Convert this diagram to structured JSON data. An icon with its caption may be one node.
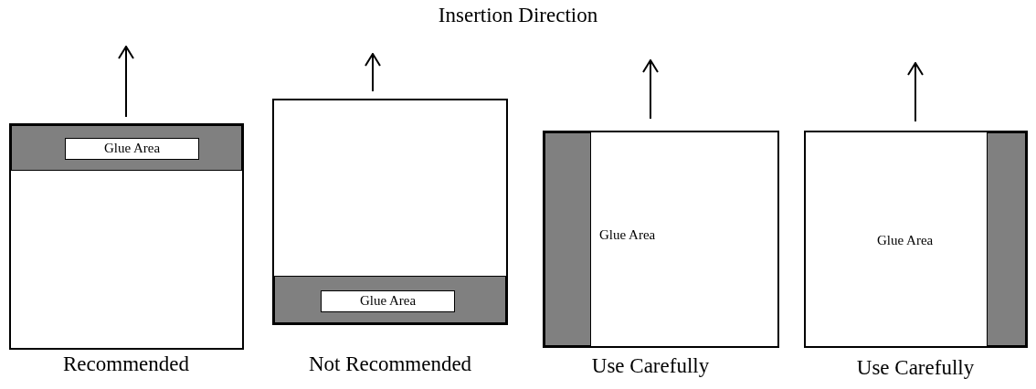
{
  "diagram": {
    "title": "Insertion Direction",
    "nodes": [
      {
        "text": [],
        "shape": "box",
        "beside": [
          "Recommended"
        ]
      },
      {
        "text": [],
        "shape": "bar",
        "in": 0
      },
      {
        "text": [
          "Glue Area"
        ],
        "in": 1
      },
      {
        "text": [],
        "shape": "box",
        "beside": [
          "Not Recommended"
        ]
      },
      {
        "text": [],
        "shape": "bar",
        "in": 3
      },
      {
        "text": [
          "Glue Area"
        ],
        "in": 4
      },
      {
        "text": [
          "Glue Area"
        ],
        "beside": [
          "Use Carefully"
        ]
      },
      {
        "text": [],
        "shape": "bar",
        "in": 6
      },
      {
        "text": [
          "Glue Area"
        ],
        "beside": [
          "Use Carefully"
        ]
      },
      {
        "text": [],
        "shape": "bar",
        "in": 8
      }
    ],
    "edges": []
  }
}
